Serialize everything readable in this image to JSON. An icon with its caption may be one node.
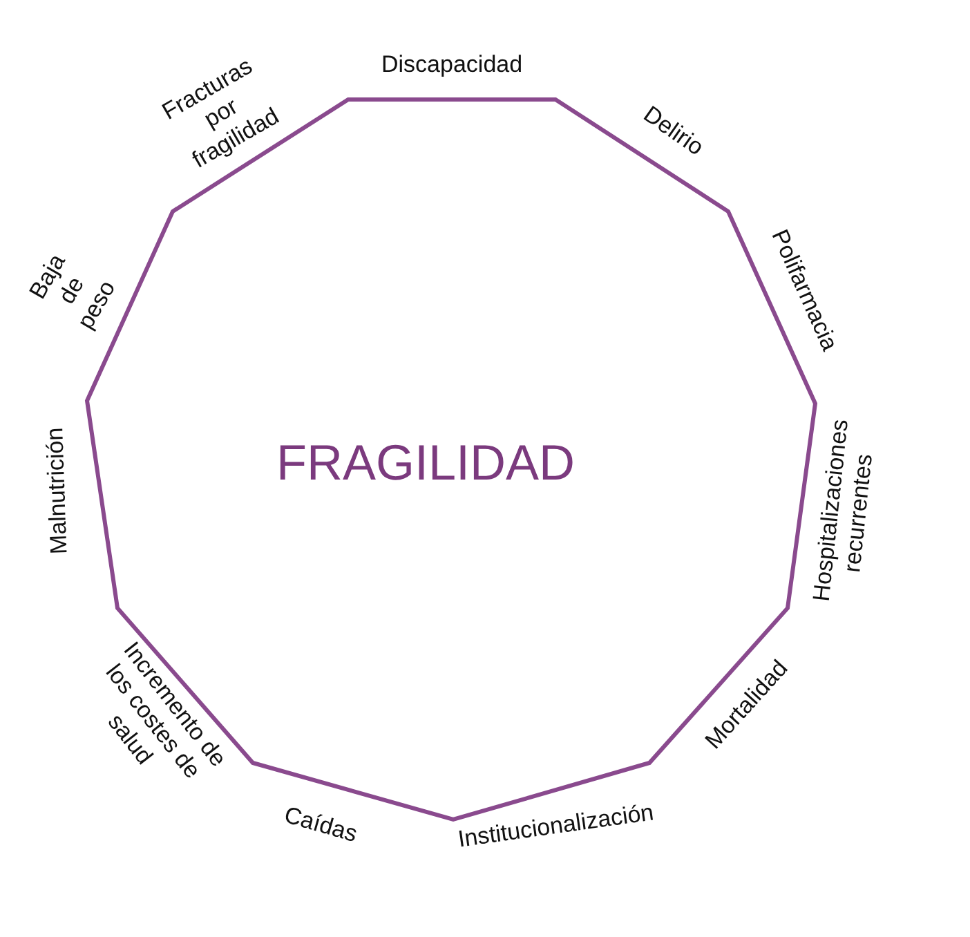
{
  "diagram": {
    "nodes": [
      {
        "text": [
          "FRAGILIDAD"
        ]
      }
    ],
    "labels": [
      "Discapacidad",
      "Delirio",
      "Polifarmacia",
      "Hospitalizaciones recurrentes",
      "Mortalidad",
      "Institucionalización",
      "Caídas",
      "Incremento de los costes de salud",
      "Malnutrición",
      "Baja de peso",
      "Fracturas por fragilidad"
    ]
  }
}
